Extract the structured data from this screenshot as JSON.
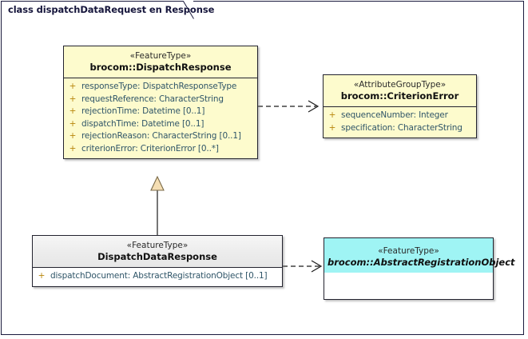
{
  "diagram": {
    "tab_label": "class dispatchDataRequest en Response",
    "type": "uml-class-diagram"
  },
  "colors": {
    "feature_type_fill": "#FDFBCD",
    "abstract_fill": "#9FF4F4",
    "concrete_fill": "#ECECEC",
    "border": "#23232F",
    "attribute_text": "#2F5568",
    "visibility_marker": "#B8860B",
    "generalization_fill": "#F5DEB3"
  },
  "classes": [
    {
      "id": "dispatch-response",
      "stereotype": "«FeatureType»",
      "name": "brocom::DispatchResponse",
      "abstract": false,
      "fill": "feature_type_fill",
      "attributes": [
        {
          "visibility": "+",
          "text": "responseType: DispatchResponseType"
        },
        {
          "visibility": "+",
          "text": "requestReference: CharacterString"
        },
        {
          "visibility": "+",
          "text": "rejectionTime: Datetime [0..1]"
        },
        {
          "visibility": "+",
          "text": "dispatchTime: Datetime [0..1]"
        },
        {
          "visibility": "+",
          "text": "rejectionReason: CharacterString [0..1]"
        },
        {
          "visibility": "+",
          "text": "criterionError: CriterionError [0..*]"
        }
      ]
    },
    {
      "id": "criterion-error",
      "stereotype": "«AttributeGroupType»",
      "name": "brocom::CriterionError",
      "abstract": false,
      "fill": "feature_type_fill",
      "attributes": [
        {
          "visibility": "+",
          "text": "sequenceNumber: Integer"
        },
        {
          "visibility": "+",
          "text": "specification: CharacterString"
        }
      ]
    },
    {
      "id": "dispatch-data-response",
      "stereotype": "«FeatureType»",
      "name": "DispatchDataResponse",
      "abstract": false,
      "fill": "concrete_fill",
      "attributes": [
        {
          "visibility": "+",
          "text": "dispatchDocument: AbstractRegistrationObject [0..1]"
        }
      ]
    },
    {
      "id": "abstract-registration-object",
      "stereotype": "«FeatureType»",
      "name": "brocom::AbstractRegistrationObject",
      "abstract": true,
      "fill": "abstract_fill",
      "attributes": []
    }
  ],
  "relationships": [
    {
      "id": "dep-response-to-criterionerror",
      "type": "dependency",
      "style": "dashed-open-arrow",
      "source": "dispatch-response",
      "target": "criterion-error",
      "label": ""
    },
    {
      "id": "gen-datadresponse-to-response",
      "type": "generalization",
      "style": "solid-hollow-triangle",
      "source": "dispatch-data-response",
      "target": "dispatch-response",
      "label": ""
    },
    {
      "id": "dep-datadresponse-to-abstractregobj",
      "type": "dependency",
      "style": "dashed-open-arrow",
      "source": "dispatch-data-response",
      "target": "abstract-registration-object",
      "label": ""
    }
  ]
}
